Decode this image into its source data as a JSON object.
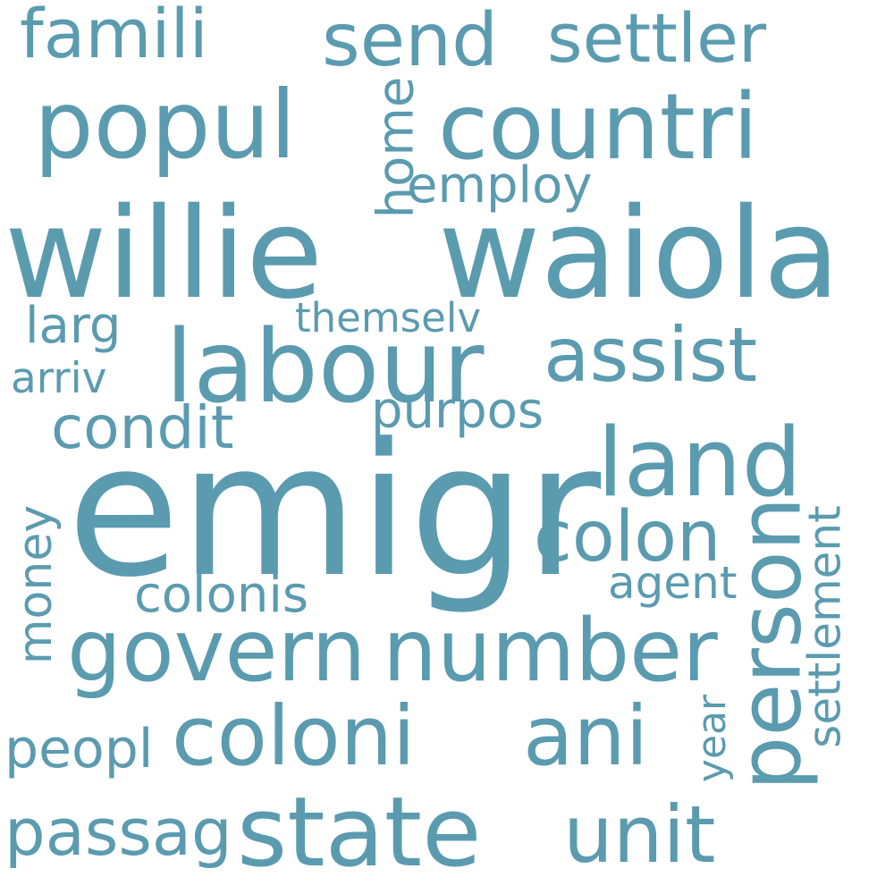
{
  "cloud": {
    "color": "#5b9bb0",
    "words": [
      "willie",
      "waiola",
      "emigr",
      "labour",
      "popul",
      "countri",
      "send",
      "settler",
      "famili",
      "home",
      "employ",
      "assist",
      "land",
      "colon",
      "larg",
      "themselv",
      "arriv",
      "condit",
      "purpos",
      "agent",
      "colonis",
      "money",
      "govern",
      "number",
      "person",
      "settlement",
      "year",
      "peopl",
      "coloni",
      "ani",
      "passag",
      "state",
      "unit"
    ]
  }
}
